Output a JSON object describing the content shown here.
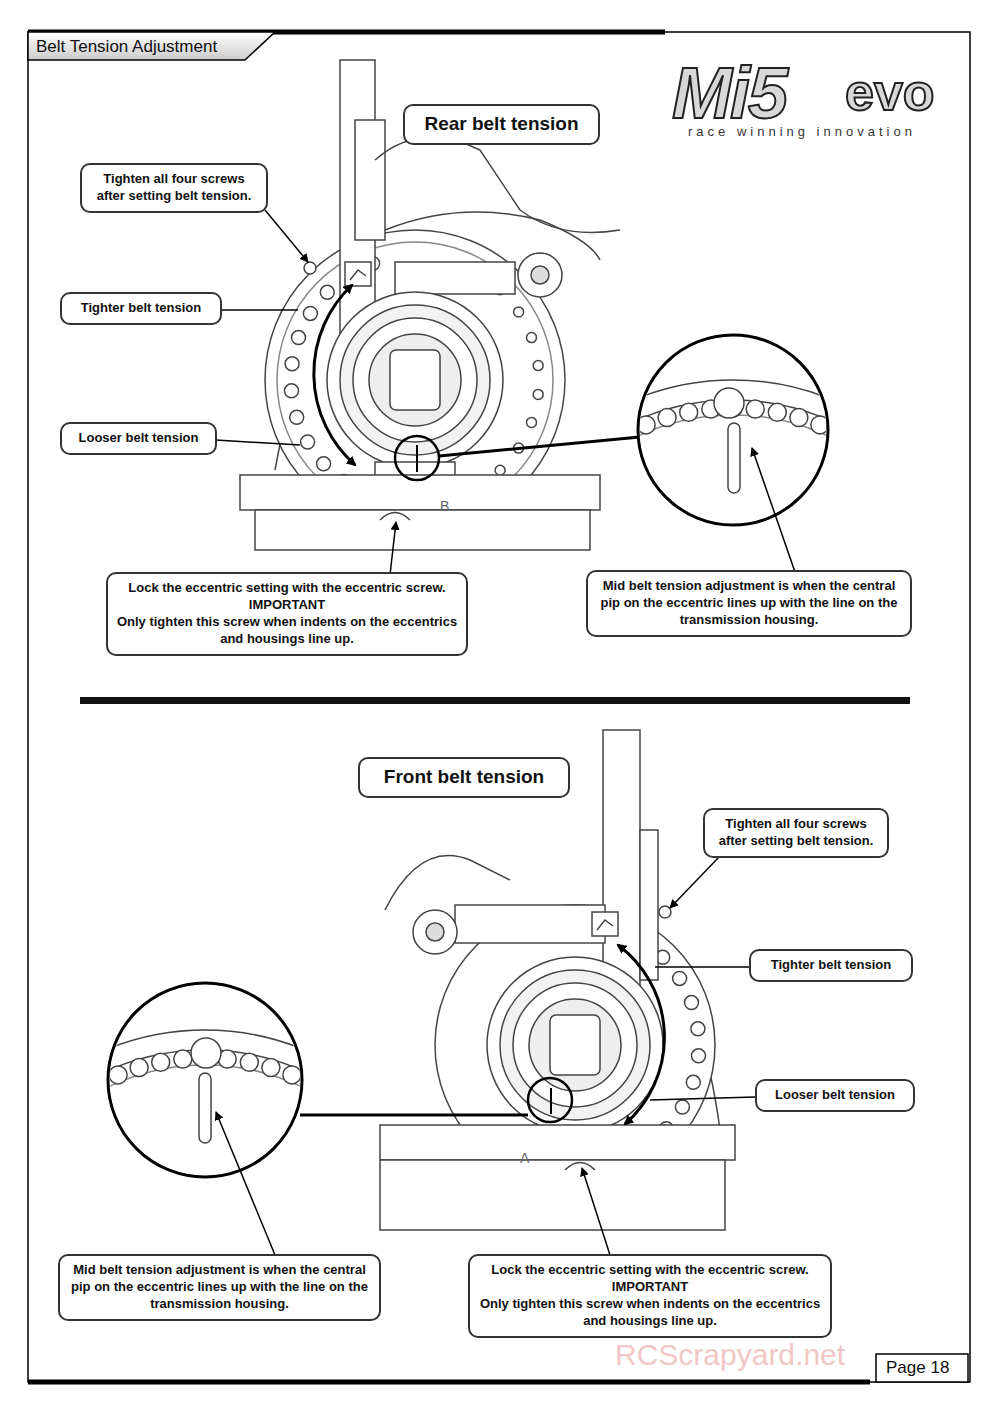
{
  "diagram": {
    "title": "Belt Tension Adjustment",
    "nodes": [
      {
        "text": [
          "Rear belt tension"
        ]
      },
      {
        "text": [
          "Tighten all four screws after setting belt tension."
        ]
      },
      {
        "text": [
          "Tighter belt tension"
        ]
      },
      {
        "text": [
          "Looser belt tension"
        ]
      },
      {
        "text": [
          "Lock the eccentric setting with the eccentric screw.",
          "IMPORTANT",
          "Only tighten this screw when indents on the eccentrics and housings line up."
        ]
      },
      {
        "text": [
          "Mid belt tension adjustment is when the central pip on the eccentric lines up with the line on the transmission housing."
        ]
      },
      {
        "text": [
          "Front belt tension"
        ]
      },
      {
        "text": [
          "Tighten all four screws after setting belt tension."
        ]
      },
      {
        "text": [
          "Tighter belt tension"
        ]
      },
      {
        "text": [
          "Looser belt tension"
        ]
      },
      {
        "text": [
          "Mid belt tension adjustment is when the central pip on the eccentric lines up with the line on the transmission housing."
        ]
      },
      {
        "text": [
          "Lock the eccentric setting with the eccentric screw.",
          "IMPORTANT",
          "Only tighten this screw when indents on the eccentrics and housings line up."
        ]
      }
    ],
    "labels": [
      "Mi5",
      "evo",
      "race winning innovation",
      "B",
      "A",
      "Page 18",
      "RCScrapyard.net"
    ]
  }
}
